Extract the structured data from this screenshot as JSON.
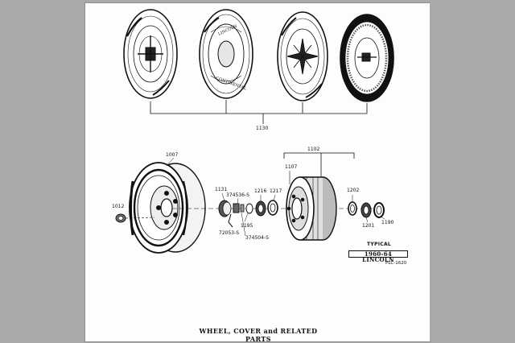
{
  "callouts": {
    "c1130": "1130",
    "c1007": "1007",
    "c1102": "1102",
    "c1012": "1012",
    "c1131": "1131",
    "c374536": "374536-S",
    "c1216": "1216",
    "c1217": "1217",
    "c1107": "1107",
    "c1202": "1202",
    "c1195": "1195",
    "c72053": "72053-S",
    "c374504": "374504-S",
    "c1201": "1201",
    "c1190": "1190"
  },
  "typical_label": "TYPICAL",
  "model_label": "1960-64 LINCOLN",
  "plate_code": "PLC-1620",
  "caption": "WHEEL, COVER and RELATED PARTS"
}
